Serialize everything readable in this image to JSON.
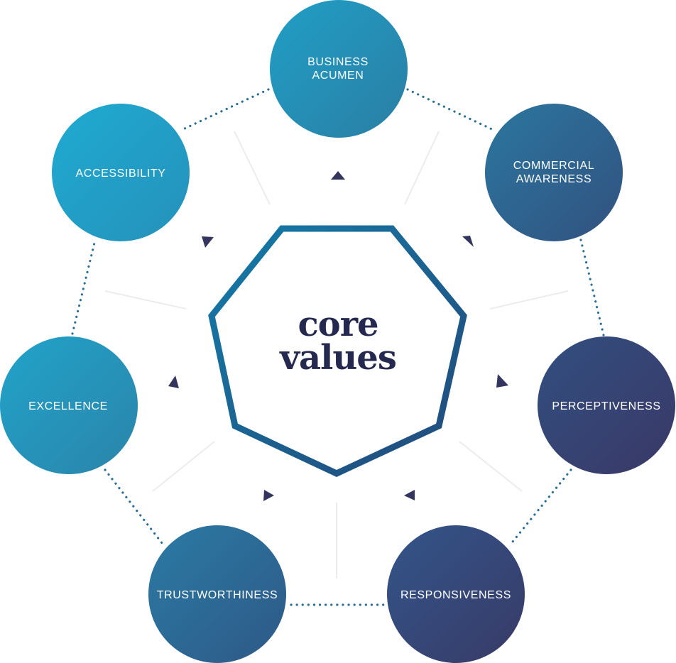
{
  "center": {
    "line1": "core",
    "line2": "values"
  },
  "nodes": [
    {
      "id": "business-acumen",
      "lines": [
        "BUSINESS",
        "ACUMEN"
      ]
    },
    {
      "id": "commercial-awareness",
      "lines": [
        "COMMERCIAL",
        "AWARENESS"
      ]
    },
    {
      "id": "perceptiveness",
      "lines": [
        "PERCEPTIVENESS"
      ]
    },
    {
      "id": "responsiveness",
      "lines": [
        "RESPONSIVENESS"
      ]
    },
    {
      "id": "trustworthiness",
      "lines": [
        "TRUSTWORTHINESS"
      ]
    },
    {
      "id": "excellence",
      "lines": [
        "EXCELLENCE"
      ]
    },
    {
      "id": "accessibility",
      "lines": [
        "ACCESSIBILITY"
      ]
    }
  ],
  "colors": {
    "teal": "#22a6cc",
    "navy": "#383763",
    "dots": "#2a6f95",
    "arrow": "#34355f",
    "spoke": "#e8e8ec",
    "heptagon_start": "#147ba8",
    "heptagon_end": "#22497a"
  }
}
